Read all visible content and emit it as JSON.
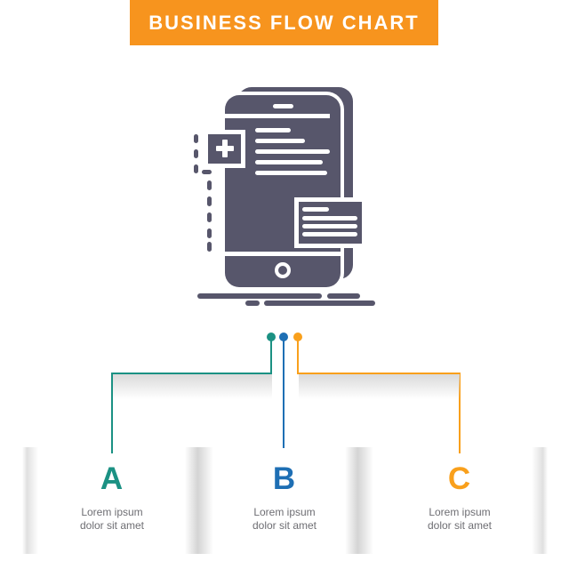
{
  "title": {
    "label": "BUSINESS FLOW CHART"
  },
  "colors": {
    "banner_background": "#F7941E",
    "banner_text": "#FFFFFF",
    "glyph": "#57566B",
    "description_text": "#6E6E73"
  },
  "illustration": {
    "icon": "mobile-interface-glyph",
    "parts": [
      "phone-back-layer",
      "phone-body",
      "speaker",
      "screen-text-lines",
      "add-button",
      "dashed-drag-path",
      "notification-popup",
      "home-button",
      "ground-shadow-lines"
    ]
  },
  "steps": [
    {
      "letter": "A",
      "color": "#1B9183",
      "description_line1": "Lorem ipsum",
      "description_line2": "dolor sit amet"
    },
    {
      "letter": "B",
      "color": "#1E6FB4",
      "description_line1": "Lorem ipsum",
      "description_line2": "dolor sit amet"
    },
    {
      "letter": "C",
      "color": "#F9A01C",
      "description_line1": "Lorem ipsum",
      "description_line2": "dolor sit amet"
    }
  ]
}
